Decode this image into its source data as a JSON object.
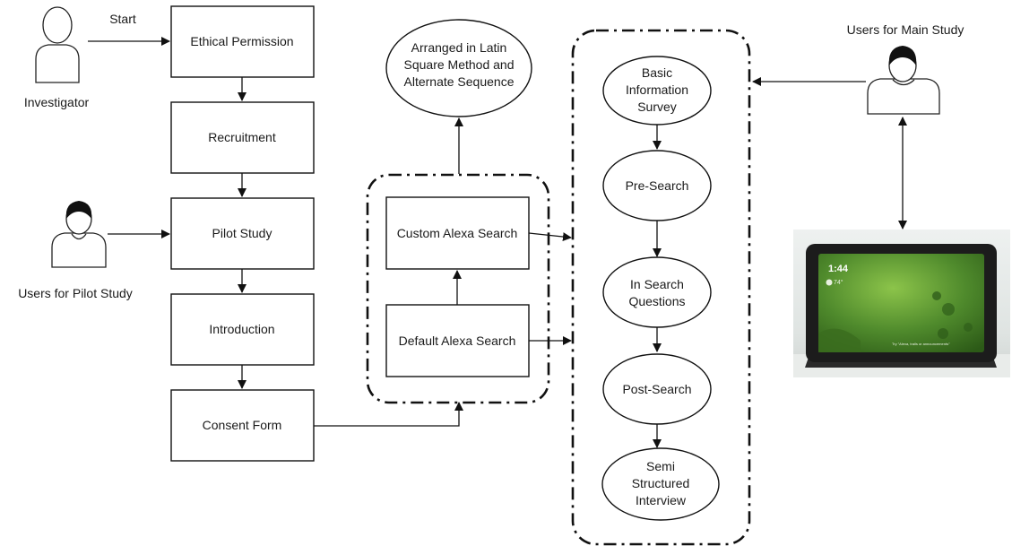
{
  "left_flow": {
    "start_label": "Start",
    "investigator_label": "Investigator",
    "pilot_users_label": "Users for Pilot Study",
    "steps": [
      "Ethical Permission",
      "Recruitment",
      "Pilot Study",
      "Introduction",
      "Consent Form"
    ]
  },
  "middle": {
    "ellipse_lines": [
      "Arranged in Latin",
      "Square Method and",
      "Alternate Sequence"
    ],
    "custom_search": "Custom Alexa Search",
    "default_search": "Default Alexa Search"
  },
  "study_flow": {
    "steps": [
      [
        "Basic",
        "Information",
        "Survey"
      ],
      [
        "Pre-Search"
      ],
      [
        "In Search",
        "Questions"
      ],
      [
        "Post-Search"
      ],
      [
        "Semi",
        "Structured",
        "Interview"
      ]
    ]
  },
  "right": {
    "main_users_label": "Users for Main Study",
    "device_time": "1:44",
    "device_temp": "74°",
    "device_caption": "Try \"Alexa, trails or announcements\""
  },
  "colors": {
    "device_frame": "#1c1c1c",
    "screen_green": "#4f8a2c",
    "screen_green_light": "#7ab83f"
  },
  "icons": {
    "investigator": "user-outline-icon",
    "pilot_user": "user-icon",
    "main_user": "user-icon",
    "device": "echo-show-device"
  }
}
